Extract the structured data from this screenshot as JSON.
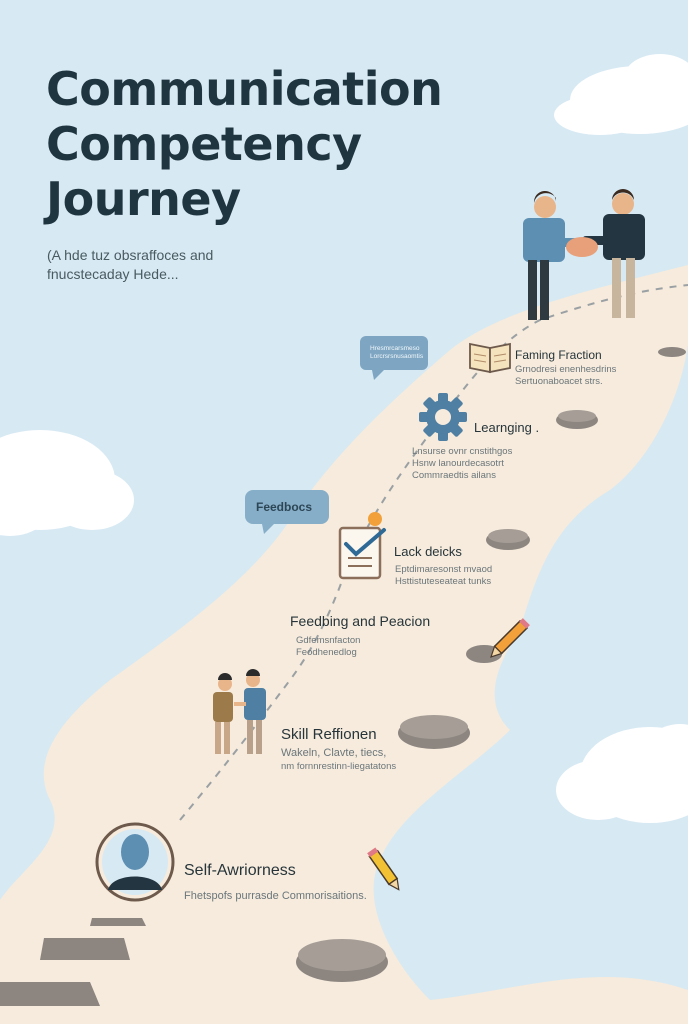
{
  "title": {
    "line1": "Communication",
    "line2": "Competency",
    "line3": "Journey"
  },
  "subtitle": {
    "line1": "(A hde tuz obsraffoces and",
    "line2": "fnucstecaday Hede..."
  },
  "stages": [
    {
      "id": "self-awareness",
      "label": "Self-Awriorness",
      "desc": [
        "Fhetspofs purrasde Commorisaitions."
      ],
      "icon": "person-avatar-icon"
    },
    {
      "id": "skill-refinement",
      "label": "Skill Reffionen",
      "desc": [
        "Wakeln, Clavte, tiecs,",
        "nm fornnrestinn-liegatatons"
      ],
      "icon": "two-people-icon"
    },
    {
      "id": "feedback",
      "label": "Feedbing and Peacion",
      "desc": [
        "Gdfemsnfacton",
        "Feodhenedlog"
      ],
      "icon": "pencil-icon"
    },
    {
      "id": "lack-decks",
      "label": "Lack deicks",
      "desc": [
        "Eptdimaresonst mvaod",
        "Hsttistuteseateat tunks"
      ],
      "icon": "checklist-icon"
    },
    {
      "id": "learning",
      "label": "Learnging .",
      "desc": [
        "Lnsurse ovnr cnstithgos",
        "Hsnw lanourdecasotrt",
        "Commraedtis ailans"
      ],
      "icon": "gear-icon"
    },
    {
      "id": "framing",
      "label": "Faming  Fraction",
      "desc": [
        "Grnodresi enenhesdrins",
        "Sertuonaboacet strs."
      ],
      "icon": "book-icon"
    }
  ],
  "bubbles": {
    "feedback": "Feedbocs",
    "top_lines": [
      "Hresmrcarsmeso",
      "Lorcrsrsnusaomtis"
    ]
  },
  "colors": {
    "sky": "#d7e9f3",
    "path": "#f6ebdc",
    "accent": "#4f7fa3",
    "title": "#1f3540",
    "stone": "#8c8580"
  }
}
